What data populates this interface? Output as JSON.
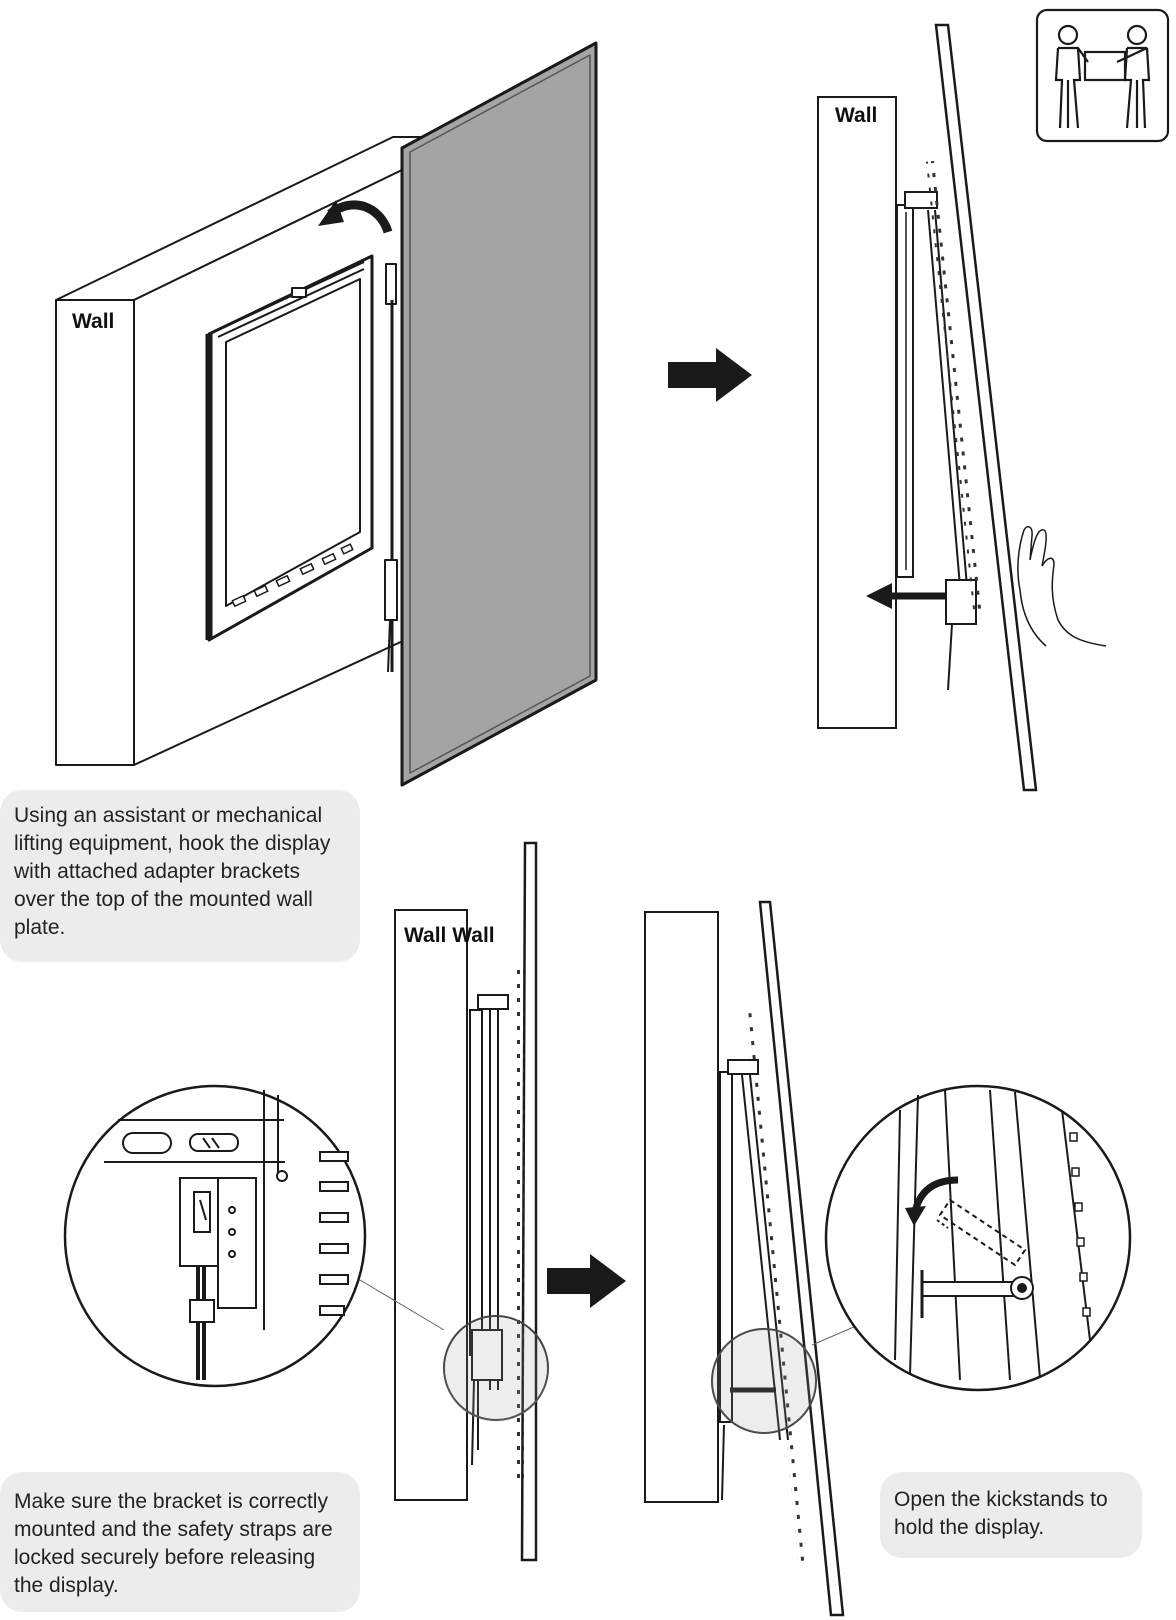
{
  "labels": {
    "wall": "Wall",
    "wall_duplicate": "Wall Wall"
  },
  "captions": {
    "step1": "Using an assistant or mechanical lifting equipment, hook the display with attached adapter brackets over the top of the mounted wall plate.",
    "step2": "Make sure the bracket is correctly mounted and the safety straps are locked securely before releasing the display.",
    "step3": "Open the kickstands to hold the display."
  },
  "icons": {
    "two_person_lift": "two-person-lift-icon",
    "rotate_arrow": "curved-arrow-icon",
    "next_arrow": "right-arrow-icon",
    "push_arrow": "left-arrow-icon",
    "hand": "hand-icon"
  },
  "colors": {
    "line": "#1a1a1a",
    "screen": "#a4a4a4",
    "caption_bg": "#ececec"
  }
}
